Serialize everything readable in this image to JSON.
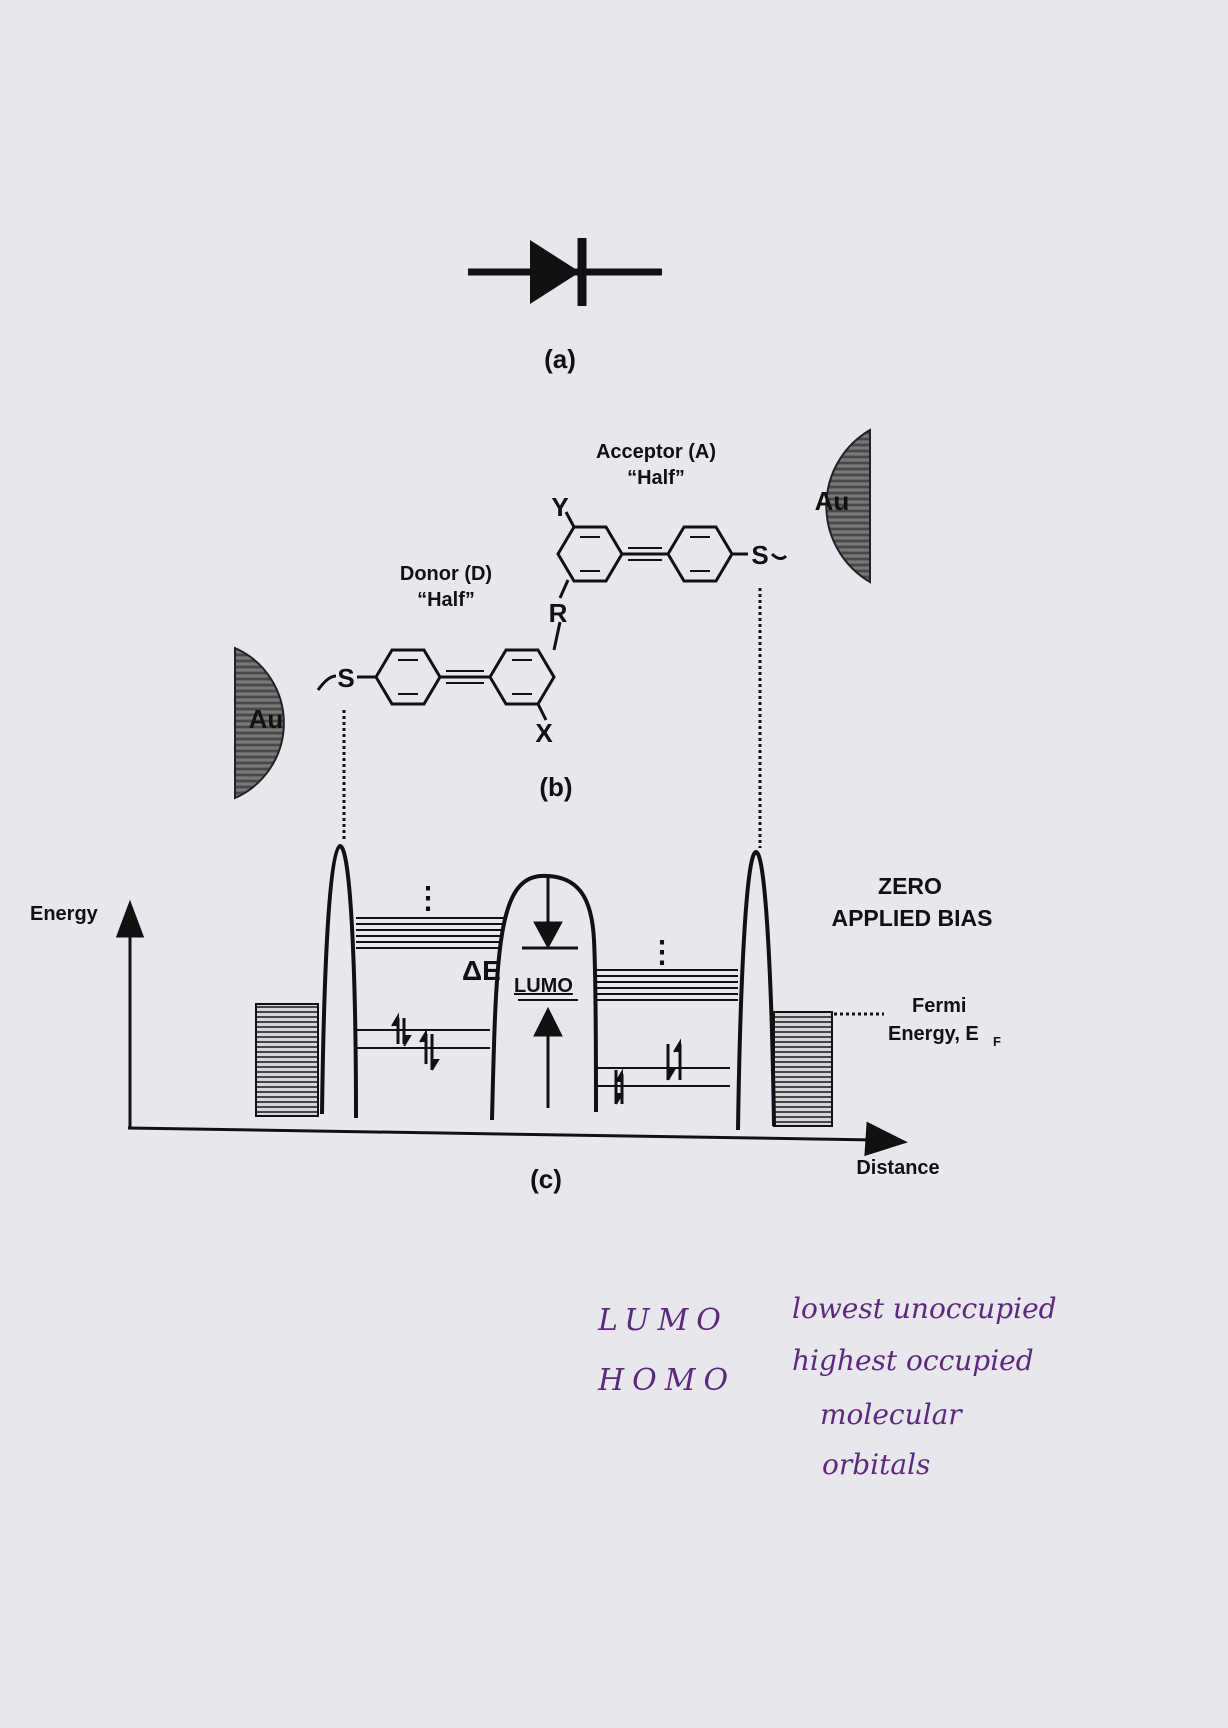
{
  "panel_a": {
    "label": "(a)"
  },
  "panel_b": {
    "label": "(b)",
    "donor": {
      "line1": "Donor (D)",
      "line2": "“Half”"
    },
    "acceptor": {
      "line1": "Acceptor (A)",
      "line2": "“Half”"
    },
    "electrode_left": "Au",
    "electrode_right": "Au",
    "sulfur_left": "S",
    "sulfur_right": "S",
    "sub_r": "R",
    "sub_x": "X",
    "sub_y": "Y"
  },
  "panel_c": {
    "label": "(c)",
    "y_axis": "Energy",
    "x_axis": "Distance",
    "bias_line1": "ZERO",
    "bias_line2": "APPLIED BIAS",
    "fermi_line1": "Fermi",
    "fermi_line2": "Energy, E",
    "fermi_sub": "F",
    "delta_main": "ΔE",
    "delta_sub": "LUMO",
    "dots": "⋮"
  },
  "handwritten": {
    "lumo": "LUMO",
    "homo": "HOMO",
    "line1": "lowest unoccupied",
    "line2": "highest occupied",
    "line3": "molecular",
    "line4": "orbitals"
  }
}
